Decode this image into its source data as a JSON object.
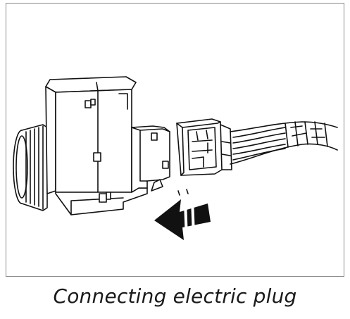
{
  "figure": {
    "caption": "Connecting electric plug"
  },
  "parts": {
    "switch_body": "ignition-switch-body",
    "plug": "electric-plug",
    "harness": "wiring-harness",
    "arrow": "direction-arrow"
  },
  "colors": {
    "line": "#111111",
    "frame": "#8a8a8a",
    "fill": "#ffffff"
  }
}
